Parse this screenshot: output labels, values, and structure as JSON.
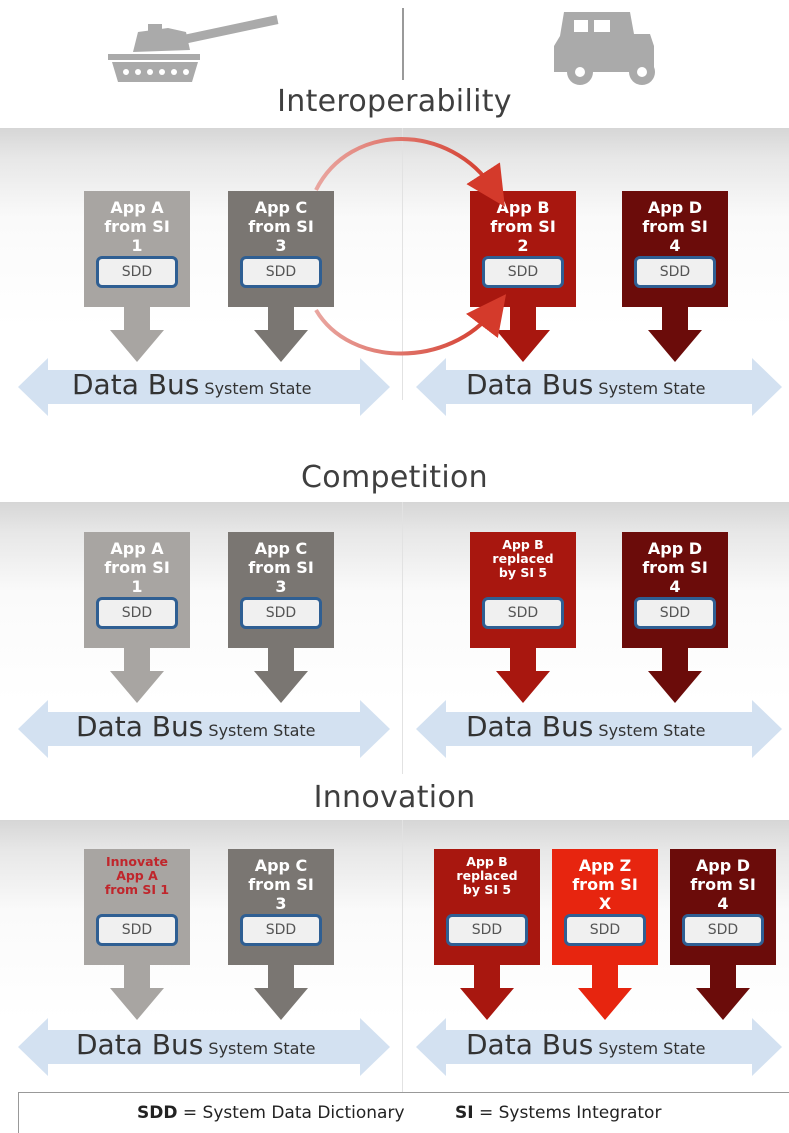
{
  "sections": {
    "interoperability": {
      "title": "Interoperability"
    },
    "competition": {
      "title": "Competition"
    },
    "innovation": {
      "title": "Innovation"
    }
  },
  "data_bus": {
    "main": "Data Bus",
    "sub": "System State"
  },
  "sdd_label": "SDD",
  "apps": {
    "s1": {
      "a": "App A from SI 1",
      "c": "App C from SI 3",
      "b": "App B from SI 2",
      "d": "App D from SI 4"
    },
    "s2": {
      "a": "App A from SI 1",
      "c": "App C from SI 3",
      "b": "App B replaced by SI 5",
      "d": "App D from SI 4"
    },
    "s3": {
      "a": "Innovate App A from SI 1",
      "c": "App C from SI 3",
      "b": "App B replaced by SI 5",
      "z": "App Z from SI X",
      "d": "App D from SI 4"
    }
  },
  "colors": {
    "light_gray": "#a8a5a2",
    "dark_gray": "#7a7672",
    "red": "#a8170f",
    "dark_red": "#6b0c0a",
    "bright_red": "#e7250f",
    "bus_fill": "#d3e1f1",
    "sdd_border": "#2f5f93"
  },
  "legend": {
    "sdd_abbr": "SDD",
    "sdd_def": "= System Data Dictionary",
    "si_abbr": "SI",
    "si_def": "= Systems Integrator"
  },
  "icons": {
    "left_vehicle": "tank-icon",
    "right_vehicle": "truck-icon"
  }
}
